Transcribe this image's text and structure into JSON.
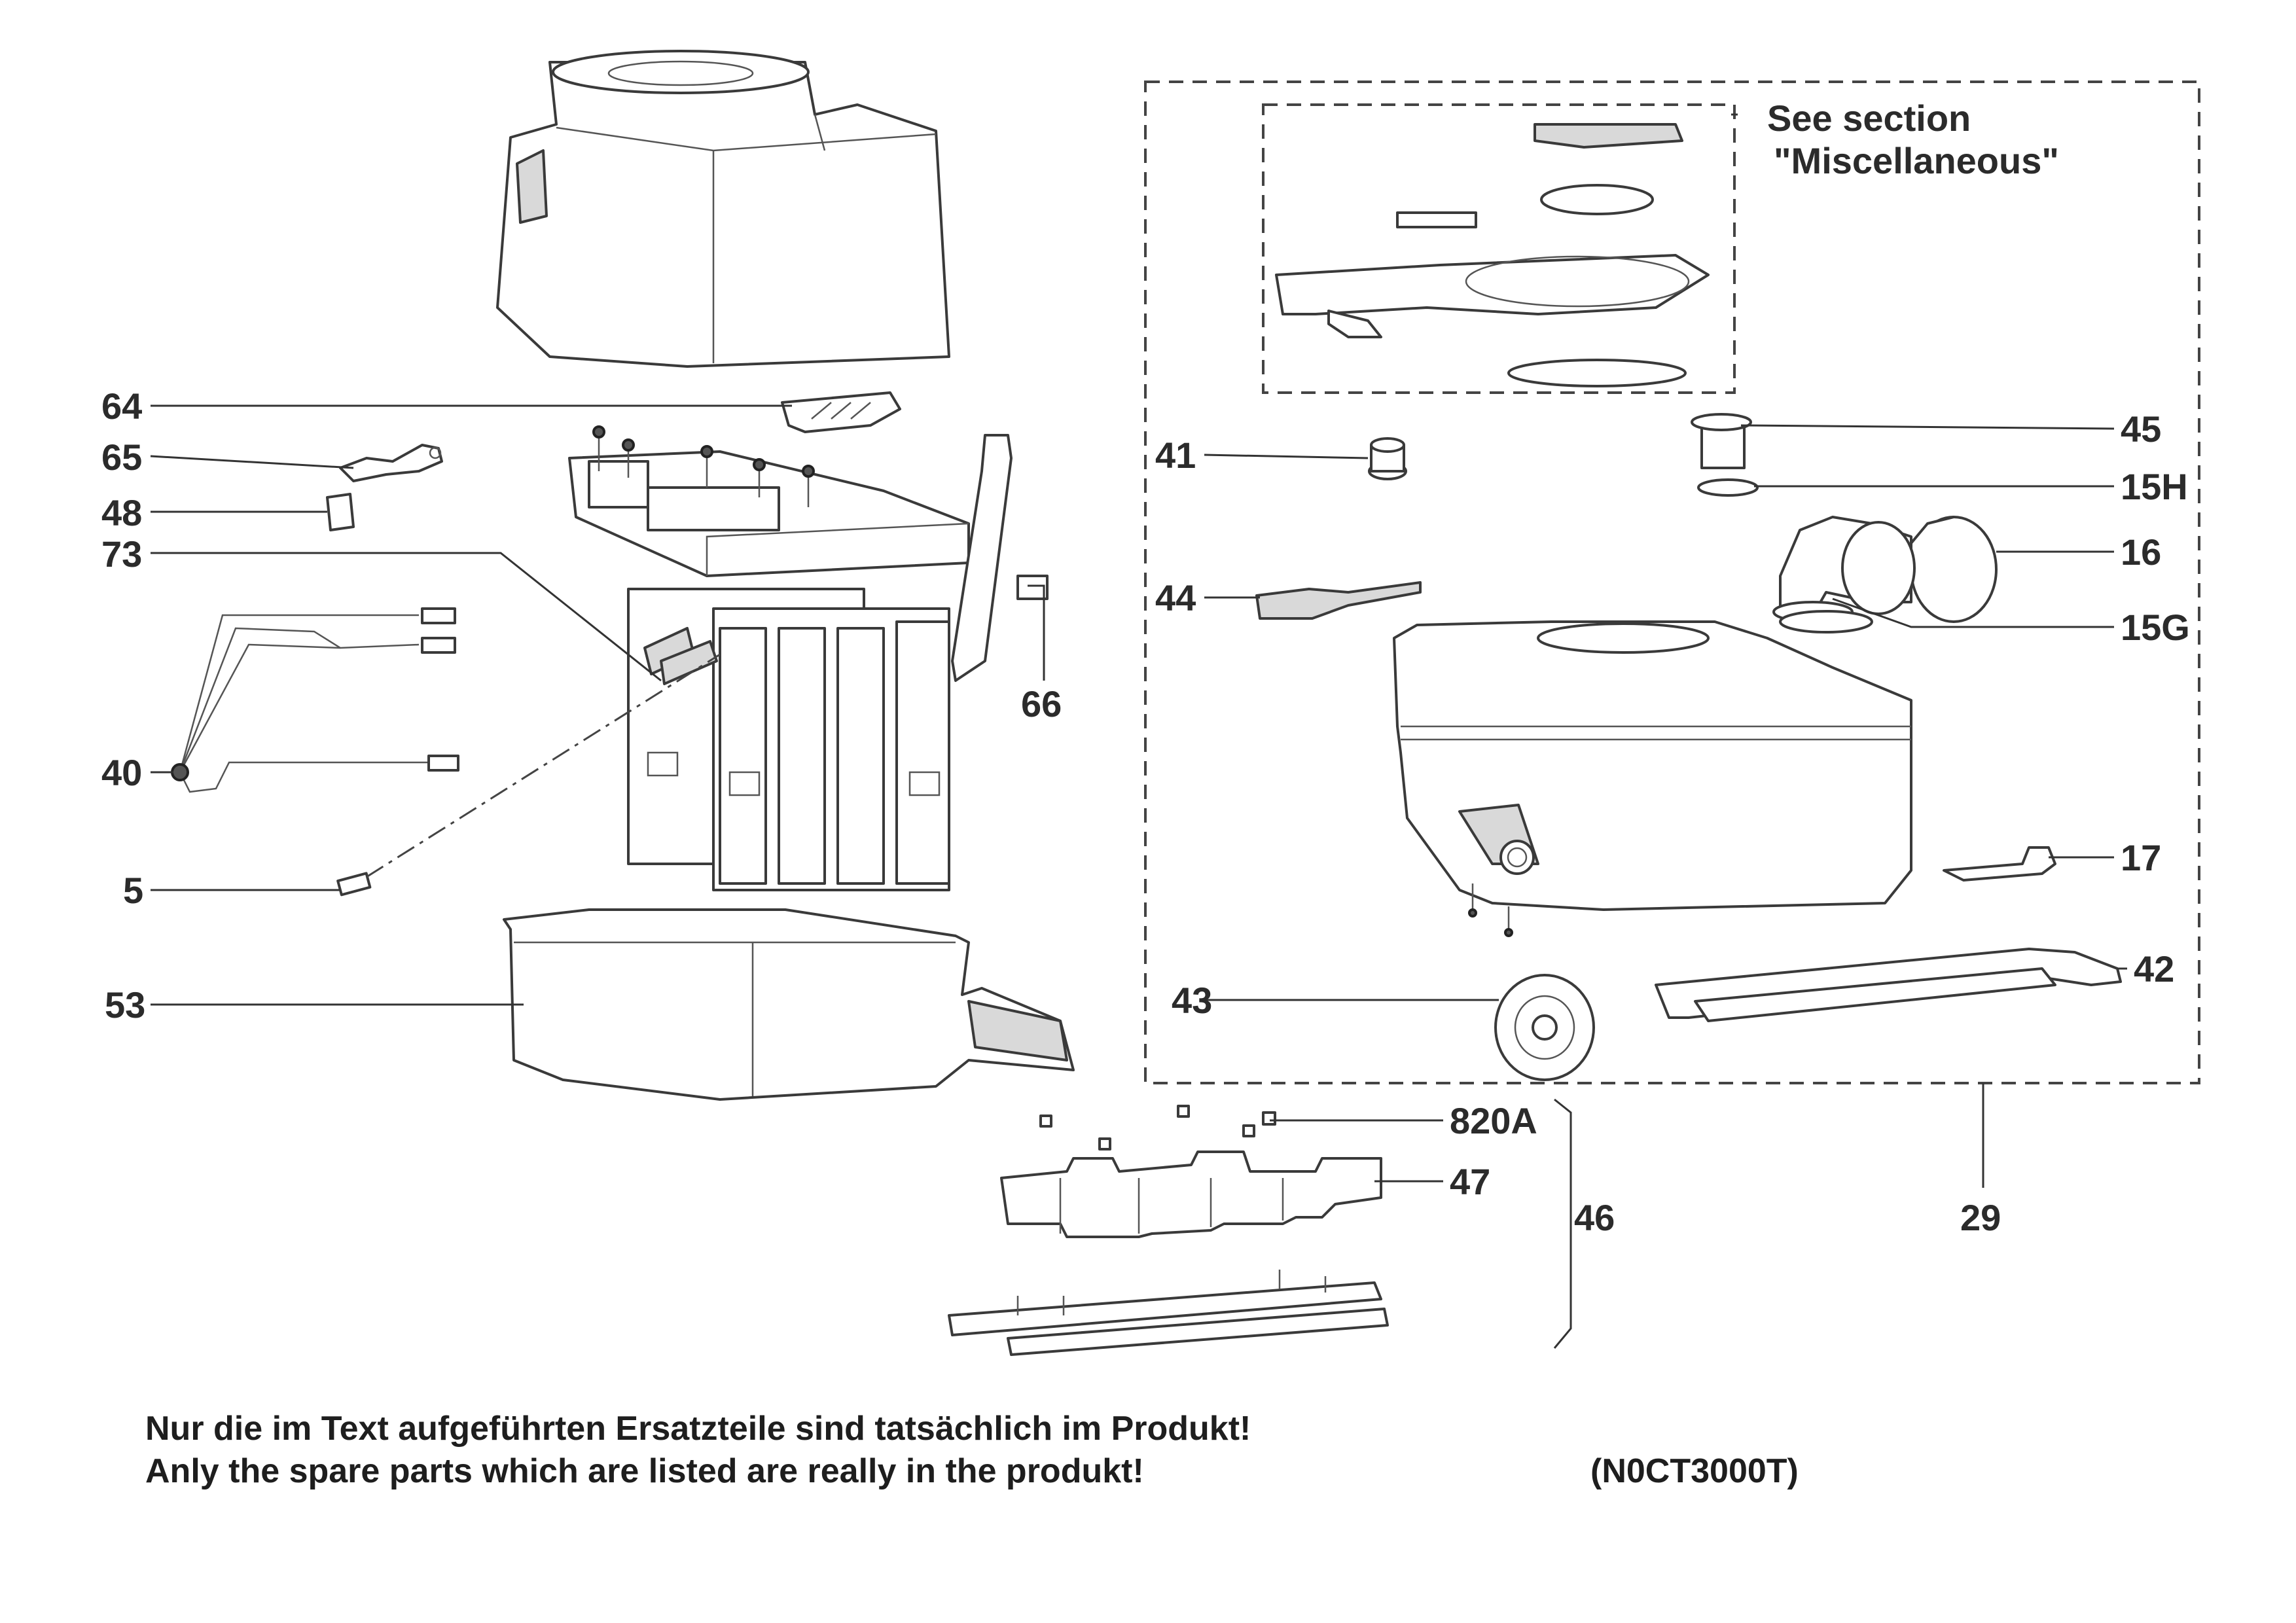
{
  "labels": {
    "p64": "64",
    "p65": "65",
    "p48": "48",
    "p73": "73",
    "p40": "40",
    "p5": "5",
    "p53": "53",
    "p66": "66",
    "p41": "41",
    "p44": "44",
    "p43": "43",
    "p45": "45",
    "p15H": "15H",
    "p16": "16",
    "p15G": "15G",
    "p17": "17",
    "p42": "42",
    "p820A": "820A",
    "p47": "47",
    "p46": "46",
    "p29": "29"
  },
  "section_note": {
    "line1": "See section",
    "line2": "\"Miscellaneous\""
  },
  "footer": {
    "line_de": "Nur die im Text aufgeführten Ersatzteile sind tatsächlich im Produkt!",
    "line_en": "Anly the spare parts which are listed are really in the produkt!",
    "code": "(N0CT3000T)"
  }
}
